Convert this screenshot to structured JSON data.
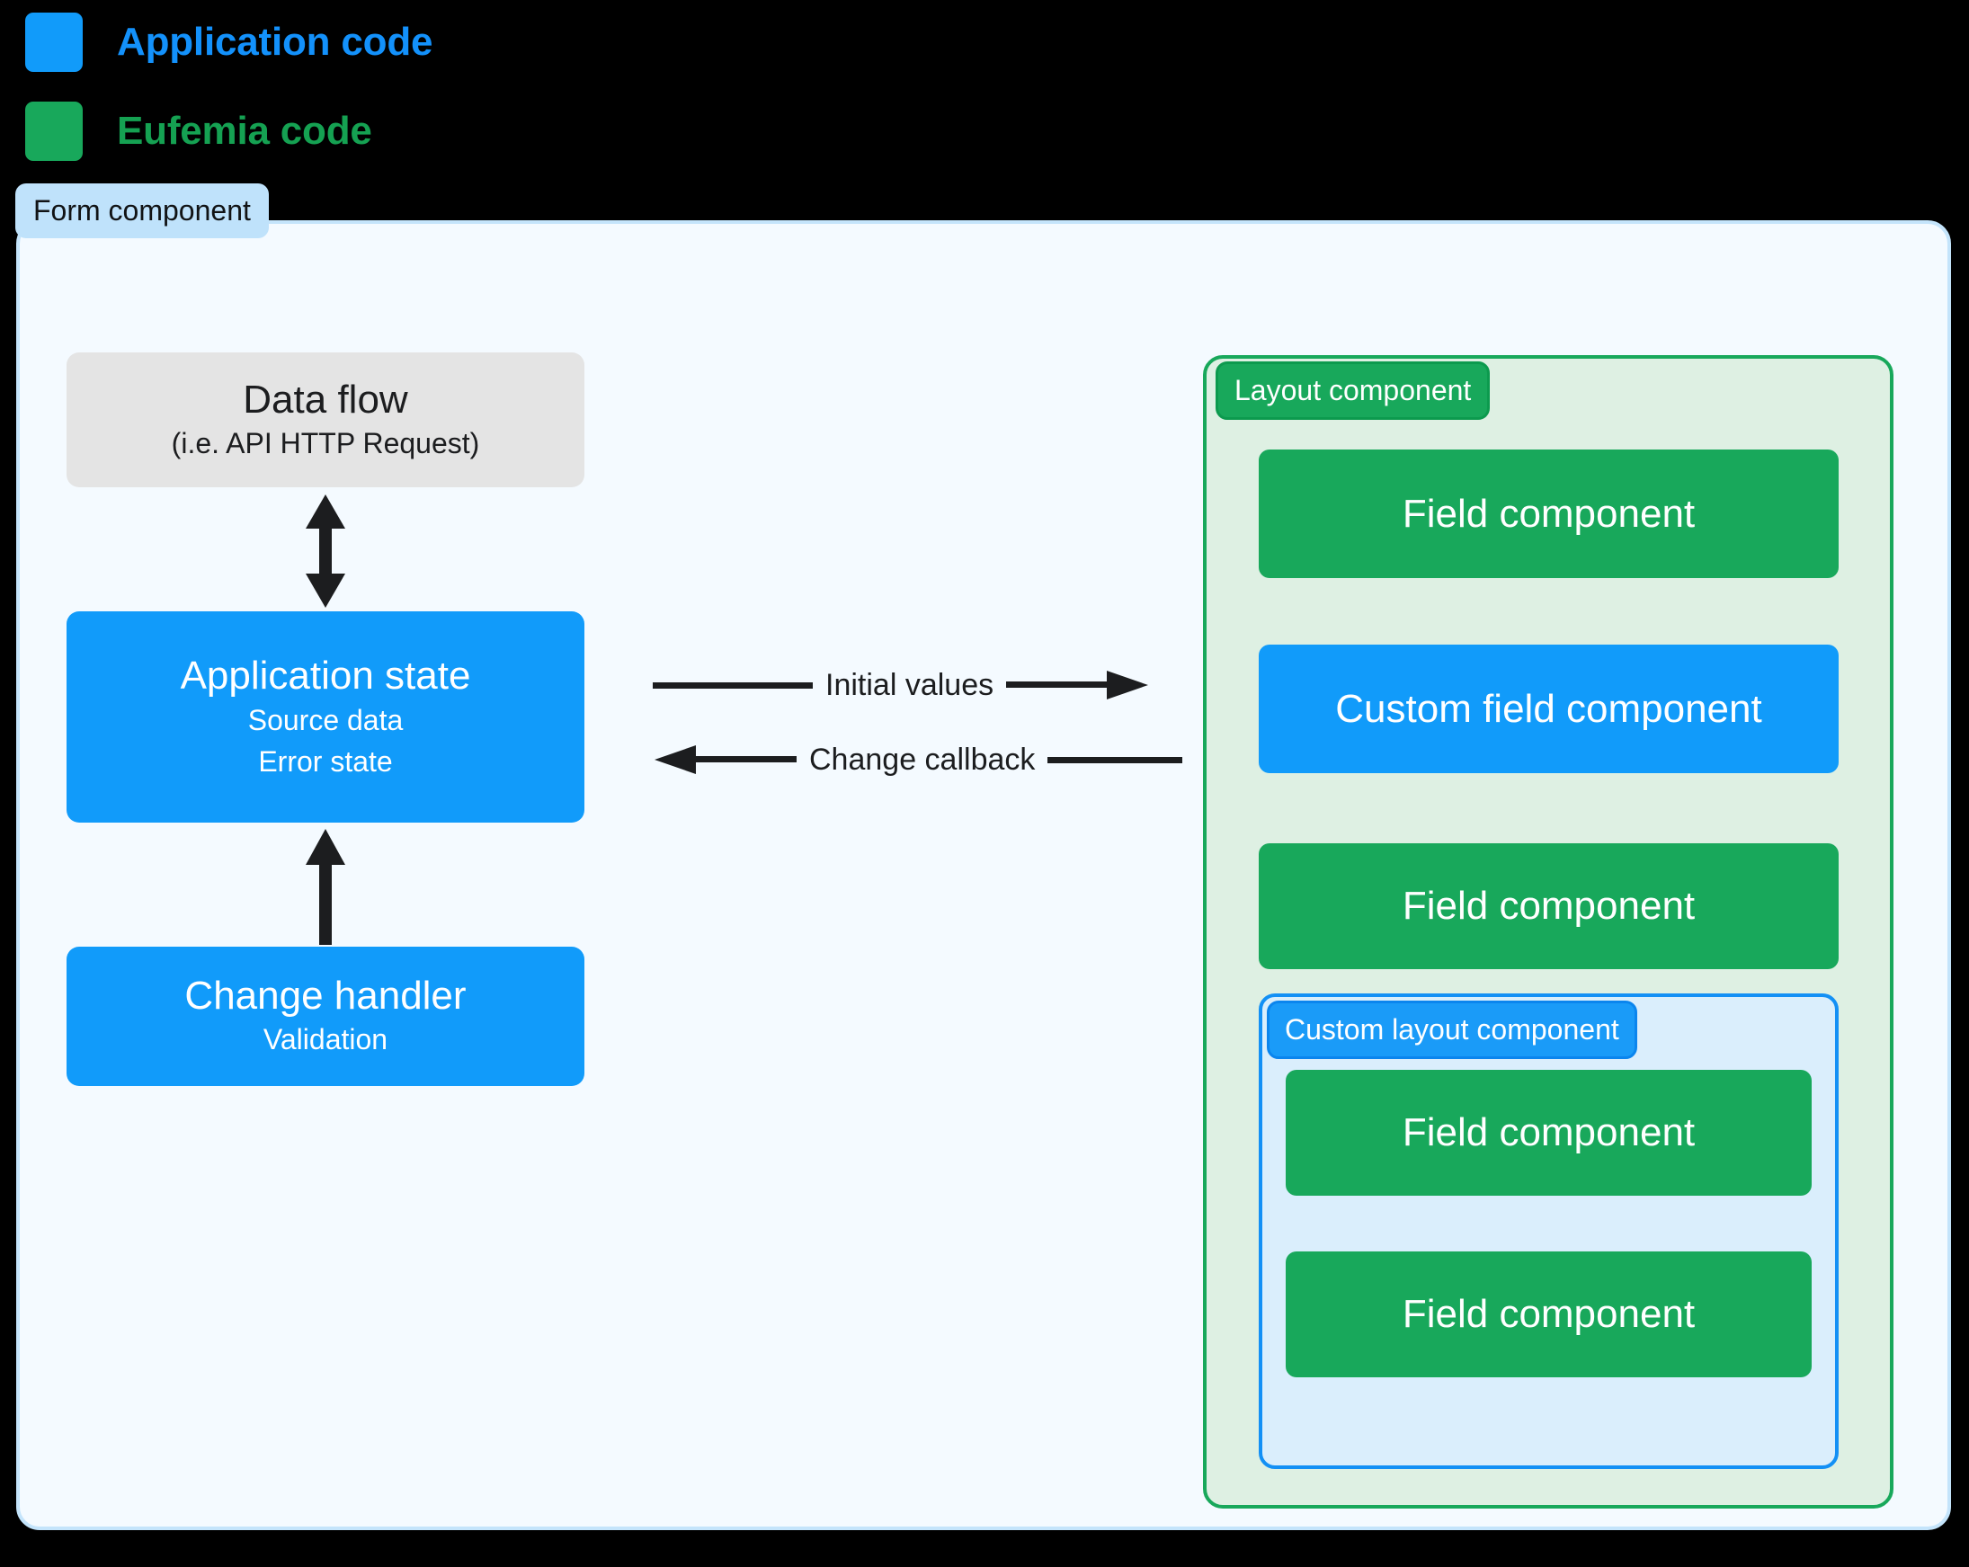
{
  "legend": {
    "items": [
      {
        "label": "Application code",
        "color": "#1391fb",
        "swatch": "#119bfa"
      },
      {
        "label": "Eufemia code",
        "color": "#15a152",
        "swatch": "#18a85b"
      }
    ]
  },
  "form": {
    "badge": "Form component",
    "border_color": "#c4e4fb",
    "background": "#f4faff"
  },
  "left_column": {
    "data_flow": {
      "title": "Data flow",
      "subtitle": "(i.e. API HTTP Request)",
      "background": "#e4e4e4"
    },
    "application_state": {
      "title": "Application state",
      "sub_1": "Source data",
      "sub_2": "Error state",
      "background": "#119bfa"
    },
    "change_handler": {
      "title": "Change handler",
      "subtitle": "Validation",
      "background": "#119bfa"
    }
  },
  "connectors": {
    "data_flow_to_state": {
      "direction": "bidirectional-vertical"
    },
    "handler_to_state": {
      "direction": "up"
    },
    "initial_values": {
      "label": "Initial values",
      "direction": "right"
    },
    "change_callback": {
      "label": "Change callback",
      "direction": "left"
    }
  },
  "layout_component": {
    "badge": "Layout component",
    "background": "#def0e3",
    "border_color": "#18a85b",
    "children": [
      {
        "label": "Field component",
        "kind": "eufemia"
      },
      {
        "label": "Custom field component",
        "kind": "application"
      },
      {
        "label": "Field component",
        "kind": "eufemia"
      }
    ]
  },
  "custom_layout_component": {
    "badge": "Custom layout component",
    "background": "#daeefc",
    "border_color": "#1390f5",
    "children": [
      {
        "label": "Field component",
        "kind": "eufemia"
      },
      {
        "label": "Field component",
        "kind": "eufemia"
      }
    ]
  }
}
